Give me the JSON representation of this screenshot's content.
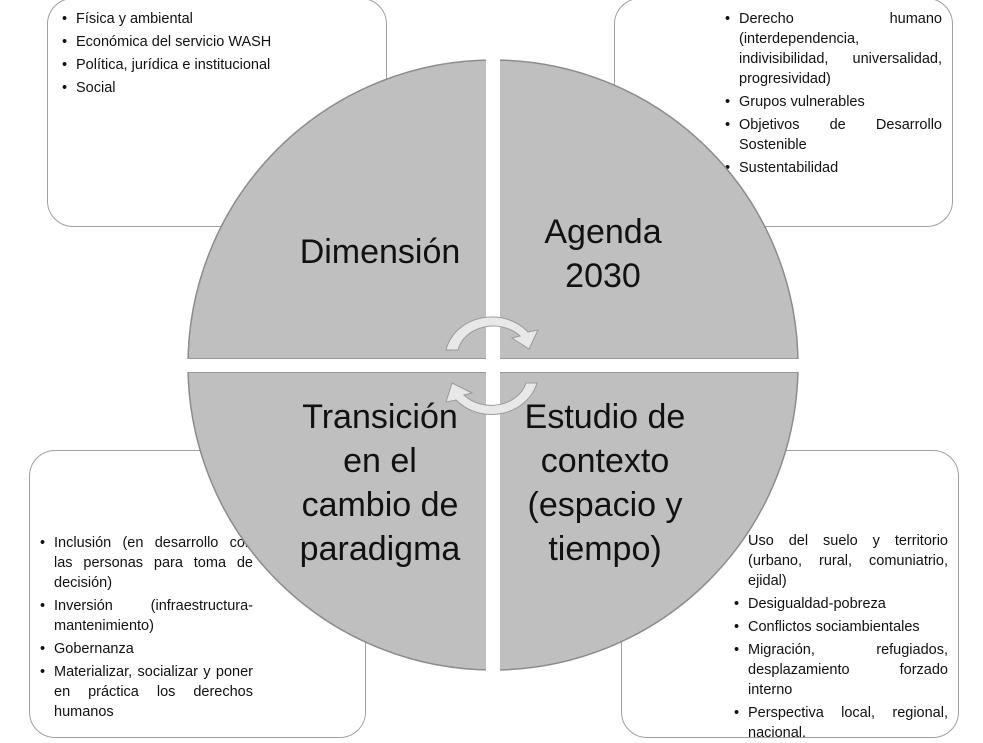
{
  "boxes": {
    "top_left": [
      "Física y ambiental",
      "Económica del servicio WASH",
      "Política, jurídica e institucional",
      "Social"
    ],
    "top_right": [
      "Derecho humano (interdependencia, indivisibilidad, universalidad, progresividad)",
      "Grupos vulnerables",
      "Objetivos de Desarrollo Sostenible",
      "Sustentabilidad"
    ],
    "bottom_left": [
      "Inclusión (en desarrollo con las personas para toma de decisión)",
      "Inversión (infraestructura-mantenimiento)",
      "Gobernanza",
      "Materializar, socializar y poner en práctica los derechos humanos"
    ],
    "bottom_right": [
      "Uso del suelo y territorio (urbano, rural, comuniatrio, ejidal)",
      "Desigualdad-pobreza",
      "Conflictos sociambientales",
      "Migración, refugiados, desplazamiento forzado interno",
      "Perspectiva local, regional, nacional."
    ]
  },
  "quadrants": {
    "top_left": "Dimensión",
    "top_right": "Agenda 2030",
    "bottom_left": "Transición en el cambio de paradigma",
    "bottom_right": "Estudio de contexto (espacio y tiempo)"
  },
  "colors": {
    "quadrant_fill": "#bfbfbf",
    "quadrant_stroke": "#8c8c8c",
    "arrow_fill": "#e6e6e6"
  }
}
